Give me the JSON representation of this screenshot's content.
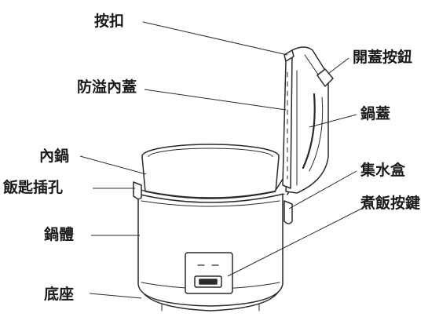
{
  "labels": {
    "latch": "按扣",
    "open_lid_button": "開蓋按鈕",
    "anti_overflow_inner_lid": "防溢內蓋",
    "pot_lid": "鍋蓋",
    "inner_pot": "內鍋",
    "rice_spoon_hole": "飯匙插孔",
    "water_collector": "集水盒",
    "cook_rice_button": "煮飯按鍵",
    "pot_body": "鍋體",
    "base": "底座"
  }
}
